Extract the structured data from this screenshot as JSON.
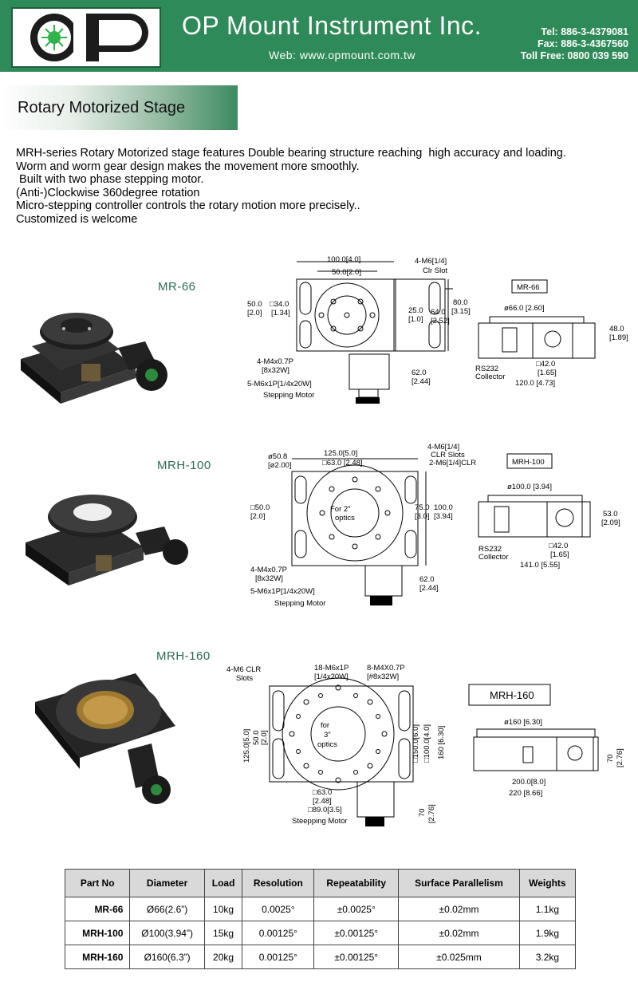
{
  "header": {
    "company": "OP Mount Instrument Inc.",
    "web": "Web: www.opmount.com.tw",
    "tel": "Tel: 886-3-4379081",
    "fax": "Fax: 886-3-4367560",
    "tollfree": "Toll Free: 0800 039 590"
  },
  "section_title": "Rotary Motorized Stage",
  "intro": [
    "MRH-series Rotary Motorized stage features Double bearing structure reaching  high accuracy and loading.",
    "Worm and worm gear design makes the movement more smoothly.",
    " Built with two phase stepping motor.",
    "(Anti-)Clockwise 360degree rotation",
    "Micro-stepping controller controls the rotary motion more precisely..",
    "Customized is welcome"
  ],
  "products": [
    {
      "label": "MR-66",
      "top_dims": [
        "100.0[4.0]",
        "50.0[2.0]",
        "4-M6[1/4]",
        "Clr Slot"
      ],
      "left_dims": [
        "50.0",
        "[2.0]",
        "□34.0",
        "[1.34]"
      ],
      "right_dims": [
        "25.0",
        "[1.0]",
        "64.0",
        "[2.52]",
        "80.0",
        "[3.15]"
      ],
      "bottom_notes": [
        "4-M4x0.7P",
        "[8x32W]",
        "5-M6x1P[1/4x20W]",
        "Stepping Motor",
        "62.0",
        "[2.44]"
      ],
      "side_title": "MR-66",
      "side_dims": [
        "ø66.0 [2.60]",
        "48.0",
        "[1.89]",
        "RS232",
        "Collector",
        "□42.0",
        "[1.65]",
        "120.0 [4.73]"
      ]
    },
    {
      "label": "MRH-100",
      "top_dims": [
        "ø50.8",
        "[ø2.00]",
        "125.0[5.0]",
        "□63.0 [2.48]",
        "4-M6[1/4]",
        "CLR Slots",
        "2-M6[1/4]CLR"
      ],
      "left_dims": [
        "□50.0",
        "[2.0]"
      ],
      "center": [
        "For 2\"",
        "optics"
      ],
      "right_dims": [
        "75.0",
        "[3.0]",
        "100.0",
        "[3.94]"
      ],
      "bottom_notes": [
        "4-M4x0.7P",
        "[8x32W]",
        "5-M6x1P[1/4x20W]",
        "Stepping Motor",
        "62.0",
        "[2.44]"
      ],
      "side_title": "MRH-100",
      "side_dims": [
        "ø100.0 [3.94]",
        "53.0",
        "[2.09]",
        "RS232",
        "Collector",
        "□42.0",
        "[1.65]",
        "141.0 [5.55]"
      ]
    },
    {
      "label": "MRH-160",
      "top_dims": [
        "4-M6 CLR",
        "Slots",
        "18-M6x1P",
        "[1/4x20W]",
        "8-M4X0.7P",
        "[#8x32W]"
      ],
      "left_dims": [
        "125.0[5.0]",
        "50.0",
        "[2.0]"
      ],
      "center": [
        "for",
        "3\"",
        "optics"
      ],
      "right_dims": [
        "□150.0[6.0]",
        "□100.0[4.0]",
        "160 [6.30]"
      ],
      "bottom_notes": [
        "□63.0",
        "[2.48]",
        "□89.0[3.5]",
        "Steepping Motor",
        "70",
        "[2.76]"
      ],
      "side_title": "MRH-160",
      "side_dims": [
        "ø160 [6.30]",
        "70",
        "[2.76]",
        "200.0[8.0]",
        "220 [8.66]"
      ]
    }
  ],
  "table": {
    "headers": [
      "Part No",
      "Diameter",
      "Load",
      "Resolution",
      "Repeatability",
      "Surface Parallelism",
      "Weights"
    ],
    "rows": [
      [
        "MR-66",
        "Ø66(2.6”)",
        "10kg",
        "0.0025°",
        "±0.0025°",
        "±0.02mm",
        "1.1kg"
      ],
      [
        "MRH-100",
        "Ø100(3.94”)",
        "15kg",
        "0.00125°",
        "±0.00125°",
        "±0.02mm",
        "1.9kg"
      ],
      [
        "MRH-160",
        "Ø160(6.3”)",
        "20kg",
        "0.00125°",
        "±0.00125°",
        "±0.025mm",
        "3.2kg"
      ]
    ]
  },
  "colors": {
    "header_green": "#2f8a5a",
    "label_green": "#2e6b55"
  }
}
